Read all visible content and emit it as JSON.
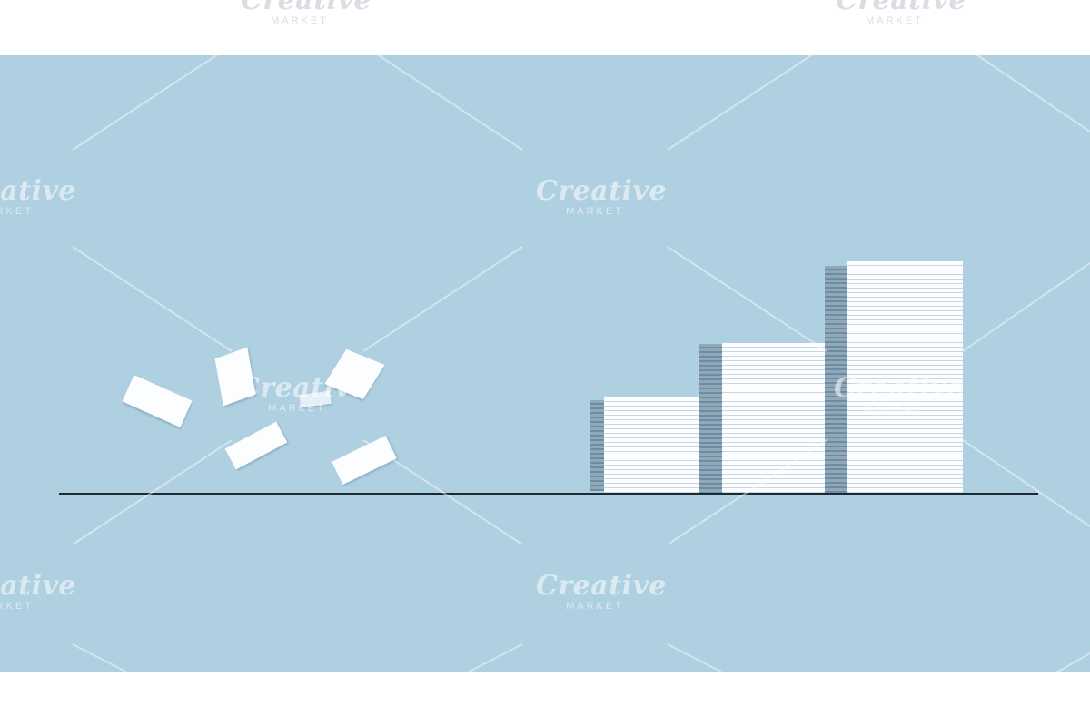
{
  "scene": {
    "background_color": "#ffffff",
    "panel_color": "#afd0e1",
    "paper_color": "#fbfdff",
    "ground_line_color": "#1e2a33",
    "description_elements": {
      "floating_papers": 6,
      "paper_stacks": 3
    }
  },
  "watermark": {
    "brand": "Creative",
    "sub": "MARKET"
  }
}
